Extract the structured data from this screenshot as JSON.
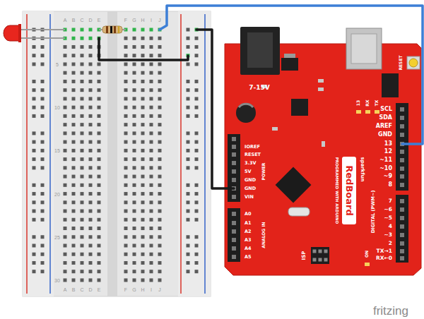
{
  "diagram": {
    "labels": [
      "A",
      "B",
      "C",
      "D",
      "E",
      "F",
      "G",
      "H",
      "I",
      "J",
      "A",
      "B",
      "C",
      "D",
      "E",
      "F",
      "G",
      "H",
      "I",
      "J",
      "5",
      "10",
      "15",
      "20",
      "25",
      "30",
      "7-15V",
      "RESET",
      "SCL",
      "SDA",
      "AREF",
      "GND",
      "13",
      "12",
      "~11",
      "~10",
      "~9",
      "8",
      "7",
      "~6",
      "~5",
      "4",
      "~3",
      "2",
      "TX→1",
      "RX←0",
      "DIGITAL (PWM~)",
      "IOREF",
      "RESET",
      "3.3V",
      "5V",
      "GND",
      "GND",
      "VIN",
      "POWER",
      "A0",
      "A1",
      "A2",
      "A3",
      "A4",
      "A5",
      "ANALOG IN",
      "13",
      "RX",
      "TX",
      "RedBoard",
      "sparkfun",
      "PROGRAMMED WITH ARDUINO",
      "ISP",
      "ON",
      "fritzing"
    ]
  }
}
